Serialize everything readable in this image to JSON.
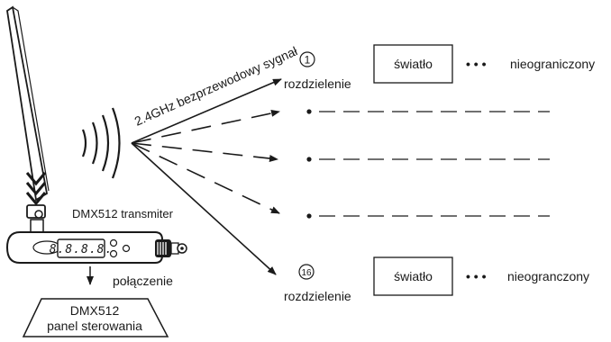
{
  "signal_label": "2.4GHz bezprzewodowy sygnał",
  "transmitter": {
    "label": "DMX512 transmiter",
    "display": "8.8.8.8."
  },
  "connection_label": "połączenie",
  "control_panel": {
    "line1": "DMX512",
    "line2": "panel sterowania"
  },
  "zones": [
    {
      "number": "1",
      "label": "rozdzielenie",
      "box_label": "światło",
      "ellipsis": "• • •",
      "suffix": "nieograniczony"
    },
    {
      "number": "16",
      "label": "rozdzielenie",
      "box_label": "światło",
      "ellipsis": "• • •",
      "suffix": "nieogranczony"
    }
  ],
  "colors": {
    "line": "#1a1a1a",
    "background": "#ffffff"
  }
}
